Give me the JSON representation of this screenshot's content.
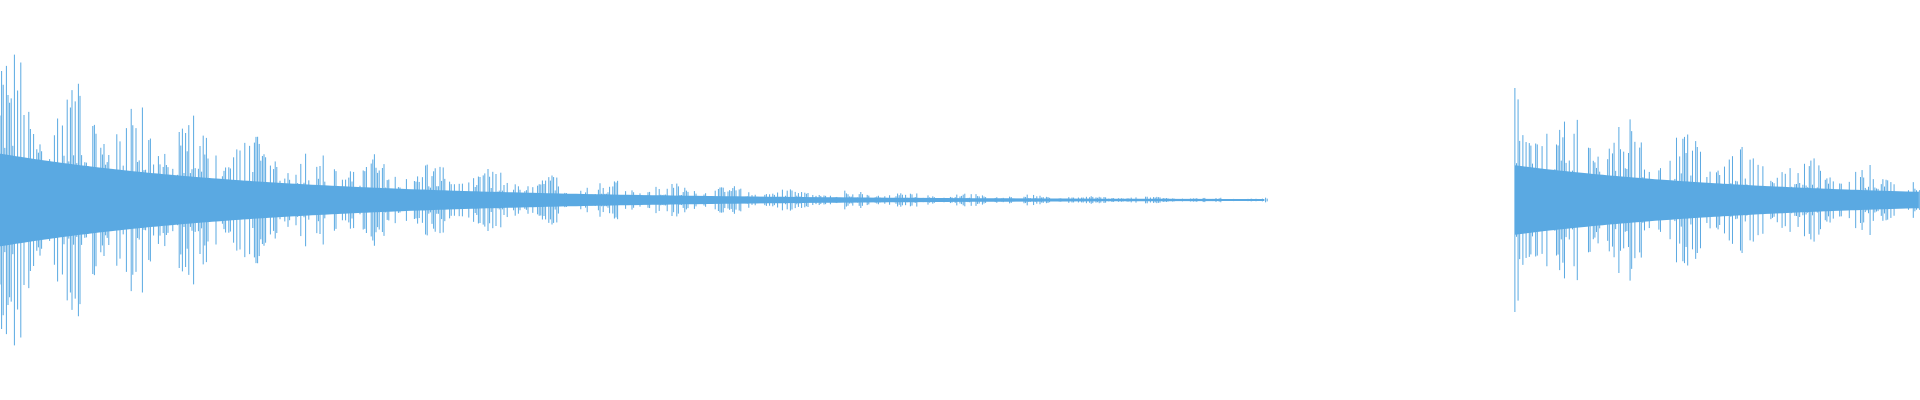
{
  "waveform": {
    "color": "#5aa9e2",
    "background": "#ffffff",
    "segments": [
      {
        "name": "first-sound-burst",
        "start_fraction": 0.0,
        "end_fraction": 0.66,
        "peak_level": 0.82,
        "decay": "exponential",
        "description_of_shape": "sharp attack then long decay to silence"
      },
      {
        "name": "second-sound-burst",
        "start_fraction": 0.789,
        "end_fraction": 1.0,
        "peak_level": 0.61,
        "decay": "slow",
        "description_of_shape": "sharp attack, partially decayed at right edge"
      }
    ]
  }
}
